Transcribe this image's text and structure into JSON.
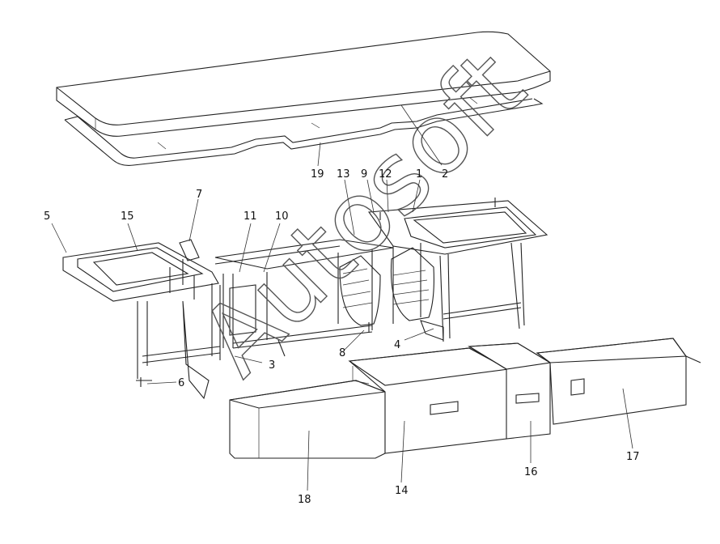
{
  "watermark": "Autosoft",
  "callouts": [
    {
      "id": "c1",
      "label": "1"
    },
    {
      "id": "c2",
      "label": "2"
    },
    {
      "id": "c3",
      "label": "3"
    },
    {
      "id": "c4",
      "label": "4"
    },
    {
      "id": "c5",
      "label": "5"
    },
    {
      "id": "c6",
      "label": "6"
    },
    {
      "id": "c7",
      "label": "7"
    },
    {
      "id": "c8",
      "label": "8"
    },
    {
      "id": "c9",
      "label": "9"
    },
    {
      "id": "c10",
      "label": "10"
    },
    {
      "id": "c11",
      "label": "11"
    },
    {
      "id": "c12",
      "label": "12"
    },
    {
      "id": "c13",
      "label": "13"
    },
    {
      "id": "c14",
      "label": "14"
    },
    {
      "id": "c15",
      "label": "15"
    },
    {
      "id": "c16",
      "label": "16"
    },
    {
      "id": "c17",
      "label": "17"
    },
    {
      "id": "c18",
      "label": "18"
    },
    {
      "id": "c19",
      "label": "19"
    }
  ]
}
